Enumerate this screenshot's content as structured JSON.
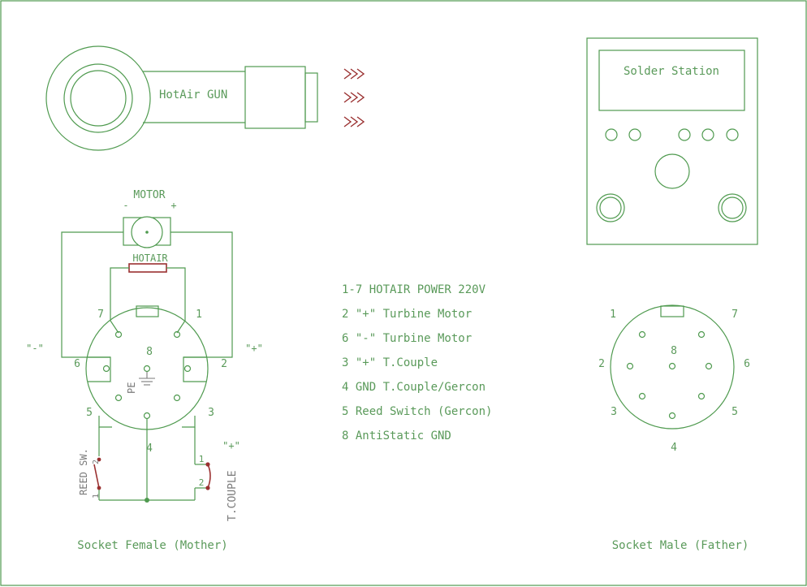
{
  "gun": {
    "label": "HotAir GUN"
  },
  "station": {
    "label": "Solder Station"
  },
  "motor": {
    "label": "MOTOR",
    "minus": "-",
    "plus": "+"
  },
  "heater": {
    "label": "HOTAIR"
  },
  "female": {
    "title": "Socket Female (Mother)",
    "pins": {
      "p1": "1",
      "p2": "2",
      "p3": "3",
      "p4": "4",
      "p5": "5",
      "p6": "6",
      "p7": "7",
      "p8": "8"
    },
    "pe": "PE",
    "minus_label": "\"-\"",
    "plus_label": "\"+\"",
    "tc_plus_label": "\"+\"",
    "reed_label": "REED SW.",
    "reed_pin1": "1",
    "reed_pin2": "2",
    "tc_label": "T.COUPLE",
    "tc_pin1": "1",
    "tc_pin2": "2"
  },
  "male": {
    "title": "Socket Male (Father)",
    "pins": {
      "p1": "1",
      "p2": "2",
      "p3": "3",
      "p4": "4",
      "p5": "5",
      "p6": "6",
      "p7": "7",
      "p8": "8"
    }
  },
  "legend": [
    "1-7 HOTAIR POWER 220V",
    "2 \"+\" Turbine Motor",
    "6 \"-\" Turbine Motor",
    "3 \"+\" T.Couple",
    "4 GND T.Couple/Gercon",
    "5 Reed Switch (Gercon)",
    "8 AntiStatic GND"
  ],
  "colors": {
    "line": "#4f9a4f",
    "text": "#5a9a5a",
    "accent": "#9a3030",
    "gray": "#7a7a7a"
  }
}
